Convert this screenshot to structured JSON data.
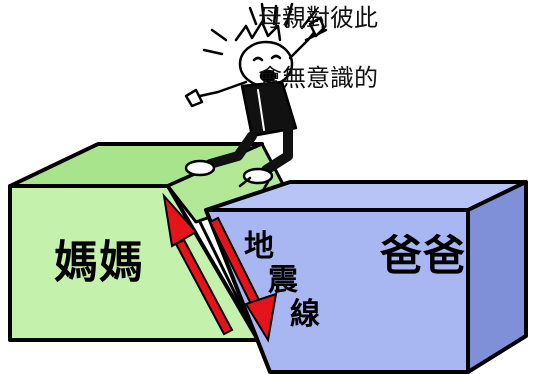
{
  "caption": {
    "line1": "母親對彼此",
    "line2": "會無意識的"
  },
  "blocks": {
    "mom_label": "媽媽",
    "dad_label": "爸爸"
  },
  "fault_label": {
    "char1": "地",
    "char2": "震",
    "char3": "線"
  },
  "colors": {
    "mom_block_front": "#c4f2ac",
    "mom_block_top": "#a8e48c",
    "dad_block_front": "#a8b6f2",
    "dad_block_top": "#b8c4f6",
    "dad_block_side": "#7f90d8",
    "fault_arrow": "#e4141a",
    "outline": "#000000"
  }
}
